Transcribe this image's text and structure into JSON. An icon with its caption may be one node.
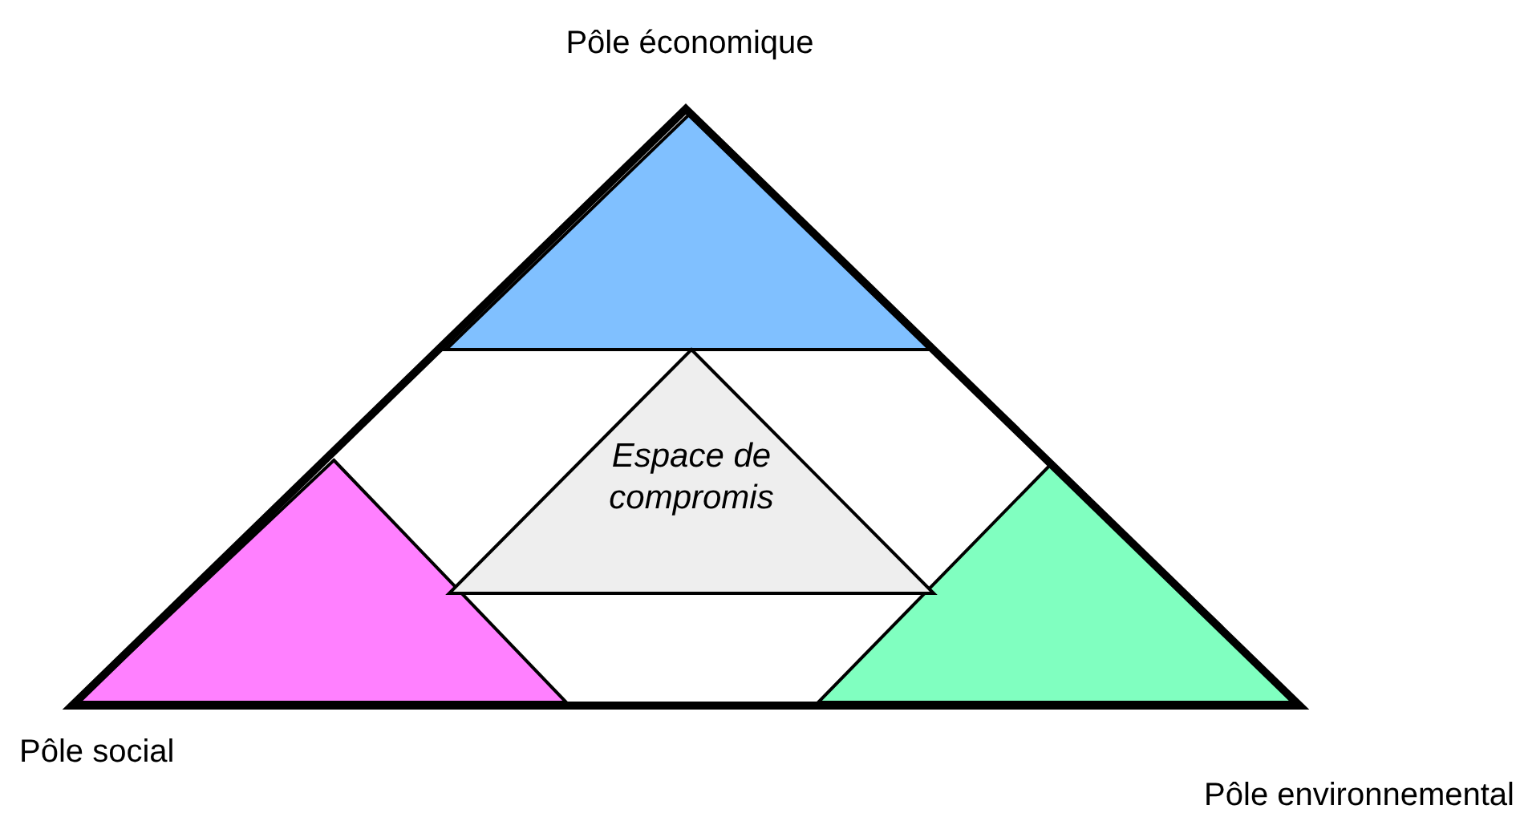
{
  "diagram": {
    "nodes": [
      {
        "text": [],
        "shape": "triangle"
      },
      {
        "text": [],
        "shape": "triangle",
        "in": 0,
        "beside": [
          "Pôle économique"
        ]
      },
      {
        "text": [],
        "shape": "triangle",
        "in": 0,
        "beside": [
          "Pôle social"
        ]
      },
      {
        "text": [],
        "shape": "triangle",
        "in": 0,
        "beside": [
          "Pôle environnemental"
        ]
      },
      {
        "text": [
          "Espace de compromis"
        ],
        "in": 0
      }
    ]
  }
}
